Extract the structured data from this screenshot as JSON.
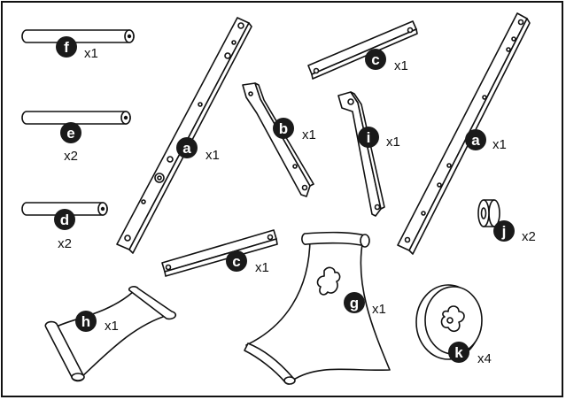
{
  "diagram": {
    "colors": {
      "ink": "#111111",
      "paper": "#ffffff",
      "badge": "#1a1a1a",
      "badge_text": "#ffffff"
    },
    "parts": [
      {
        "id": "f1",
        "letter": "f",
        "qty": "x1",
        "shape": "dowel"
      },
      {
        "id": "e1",
        "letter": "e",
        "qty": "x2",
        "shape": "dowel"
      },
      {
        "id": "d1",
        "letter": "d",
        "qty": "x2",
        "shape": "dowel"
      },
      {
        "id": "a1",
        "letter": "a",
        "qty": "x1",
        "shape": "long-rail"
      },
      {
        "id": "a2",
        "letter": "a",
        "qty": "x1",
        "shape": "long-rail"
      },
      {
        "id": "c1",
        "letter": "c",
        "qty": "x1",
        "shape": "short-bar"
      },
      {
        "id": "c2",
        "letter": "c",
        "qty": "x1",
        "shape": "short-bar"
      },
      {
        "id": "b1",
        "letter": "b",
        "qty": "x1",
        "shape": "bent-arm"
      },
      {
        "id": "i1",
        "letter": "i",
        "qty": "x1",
        "shape": "bent-arm"
      },
      {
        "id": "j1",
        "letter": "j",
        "qty": "x2",
        "shape": "small-knob"
      },
      {
        "id": "h1",
        "letter": "h",
        "qty": "x1",
        "shape": "fabric-small"
      },
      {
        "id": "g1",
        "letter": "g",
        "qty": "x1",
        "shape": "fabric-seat"
      },
      {
        "id": "k1",
        "letter": "k",
        "qty": "x4",
        "shape": "wheel"
      }
    ]
  }
}
